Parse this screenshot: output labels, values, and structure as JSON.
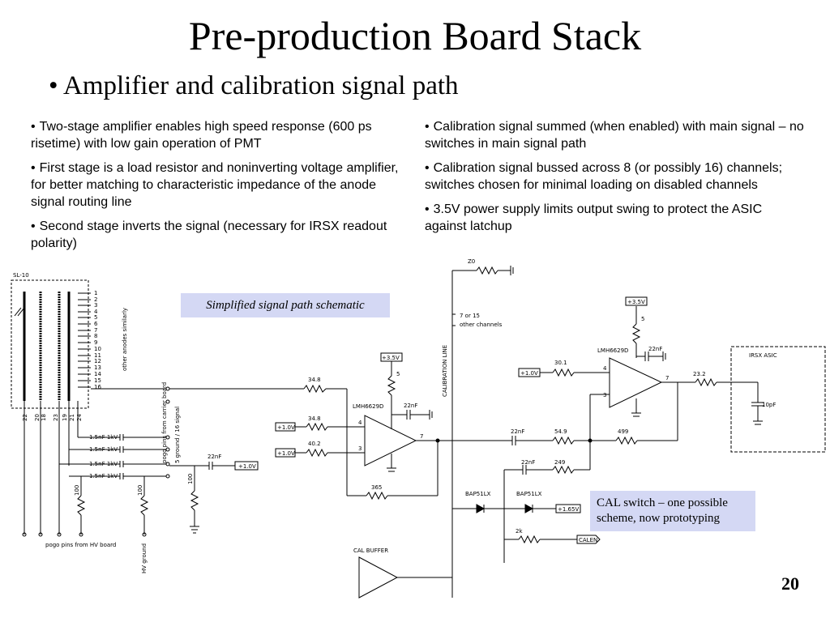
{
  "title": "Pre-production Board Stack",
  "subtitle": "• Amplifier and calibration signal path",
  "bullets_left": [
    "Two-stage amplifier enables high speed response (600 ps risetime) with low gain operation of PMT",
    "First stage is a load resistor and noninverting voltage amplifier, for better matching to characteristic impedance of the anode signal routing line",
    "Second stage inverts the signal (necessary for IRSX readout polarity)"
  ],
  "bullets_right": [
    "Calibration signal summed (when enabled) with main signal – no switches in main signal path",
    "Calibration signal bussed across 8 (or possibly 16) channels; switches chosen for minimal loading on disabled channels",
    "3.5V power supply limits output swing to protect the ASIC against latchup"
  ],
  "bullet_char": "•",
  "schematic_note": "Simplified  signal  path  schematic",
  "cal_switch_note": "CAL switch – one possible scheme, now prototyping",
  "page_number": "20",
  "schematic": {
    "connector": "SL-10",
    "anode_numbers": [
      "1",
      "2",
      "3",
      "4",
      "5",
      "6",
      "7",
      "8",
      "9",
      "10",
      "11",
      "12",
      "13",
      "14",
      "15",
      "16"
    ],
    "pin_numbers": [
      "22",
      "20",
      "18",
      "23",
      "19",
      "21",
      "24"
    ],
    "other_anodes": "other anodes similarly",
    "hv_caps": [
      "1.5nF 1kV",
      "1.5nF 1kV",
      "1.5nF 1kV",
      "1.5nF 1kV"
    ],
    "r_100": "100",
    "pogo_carrier": "pogo pins from carrier board",
    "pogo_ground": "5 ground / 16 signal",
    "pogo_hv": "pogo pins from HV board",
    "hv_ground": "HV ground",
    "c_22nF": "22nF",
    "v_1v0": "+1.0V",
    "r_34_8": "34.8",
    "r_40_2": "40.2",
    "r_365": "365",
    "amp1": "LMH6629D",
    "v_3v5": "+3.5V",
    "r_5": "5",
    "pin_4": "4",
    "pin_3": "3",
    "pin_7": "7",
    "z0": "Z0",
    "other_channels_1": "7 or 15",
    "other_channels_2": "other channels",
    "cal_line": "CALIBRATION LINE",
    "r_54_9": "54.9",
    "r_499": "499",
    "r_249": "249",
    "r_30_1": "30.1",
    "r_23_2": "23.2",
    "amp2": "LMH6629D",
    "asic": "IRSX ASIC",
    "c_10pF": "10pF",
    "diode1": "BAP51LX",
    "diode2": "BAP51LX",
    "v_1v65": "+1.65V",
    "r_2k": "2k",
    "calen": "CALEN",
    "cal_buffer": "CAL BUFFER"
  }
}
